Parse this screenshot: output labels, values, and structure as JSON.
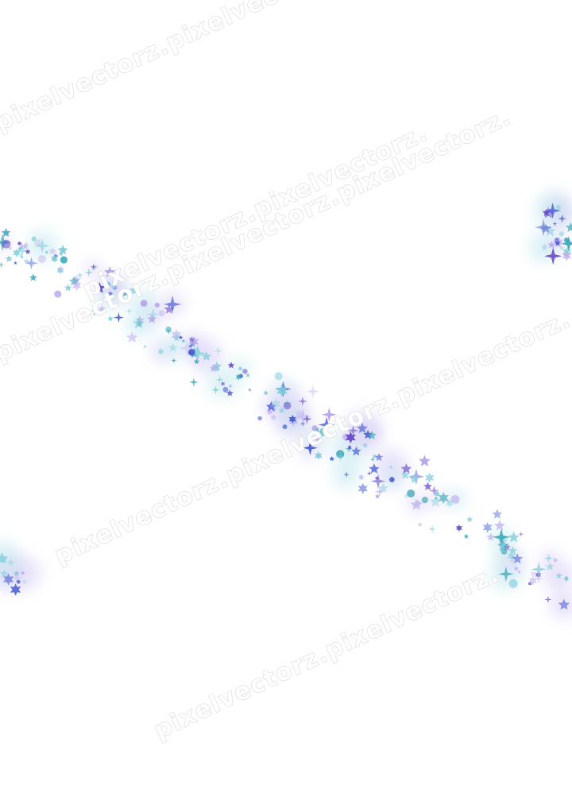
{
  "image": {
    "description_tags": [
      "sparkle-trail-upper",
      "sparkle-trail-lower"
    ],
    "background_color": "#ffffff",
    "palette": [
      "#4a5fd6",
      "#6a4fc9",
      "#3aa7b8",
      "#7ec9d9",
      "#b9a6ec",
      "#8fd3de",
      "#c7bdf0"
    ]
  },
  "watermark": {
    "text": "pixelvectorz.pixelvectorz.pixelvectorz.",
    "text_short": "pixelvectorz.pixelvectorz.",
    "color": "#d4d4d4"
  }
}
